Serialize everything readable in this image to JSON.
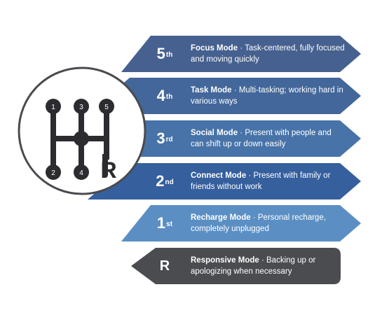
{
  "diagram": {
    "rows": [
      {
        "gear": "5",
        "suffix": "th",
        "mode": "Focus Mode",
        "separator": " · ",
        "description": "Task-centered, fully focused and moving quickly",
        "color": "#46618f"
      },
      {
        "gear": "4",
        "suffix": "th",
        "mode": "Task Mode",
        "separator": " · ",
        "description": "Multi-tasking; working hard in various ways",
        "color": "#43679a"
      },
      {
        "gear": "3",
        "suffix": "rd",
        "mode": "Social Mode",
        "separator": " · ",
        "description": "Present with people and can shift up or down easily",
        "color": "#4773a8"
      },
      {
        "gear": "2",
        "suffix": "nd",
        "mode": "Connect Mode",
        "separator": " · ",
        "description": "Present with family or friends without work",
        "color": "#355f9d"
      },
      {
        "gear": "1",
        "suffix": "st",
        "mode": "Recharge Mode",
        "separator": " · ",
        "description": "Personal recharge, completely unplugged",
        "color": "#5b8fc4"
      },
      {
        "gear": "R",
        "suffix": "",
        "mode": "Responsive Mode",
        "separator": " · ",
        "description": "Backing up or apologizing when necessary",
        "color": "#4b4c50"
      }
    ],
    "shifter": {
      "labels": [
        "1",
        "3",
        "5",
        "2",
        "4"
      ],
      "reverse_label": "R",
      "knob_color": "#2c2c30",
      "ring_color": "#4a4a4f"
    }
  }
}
